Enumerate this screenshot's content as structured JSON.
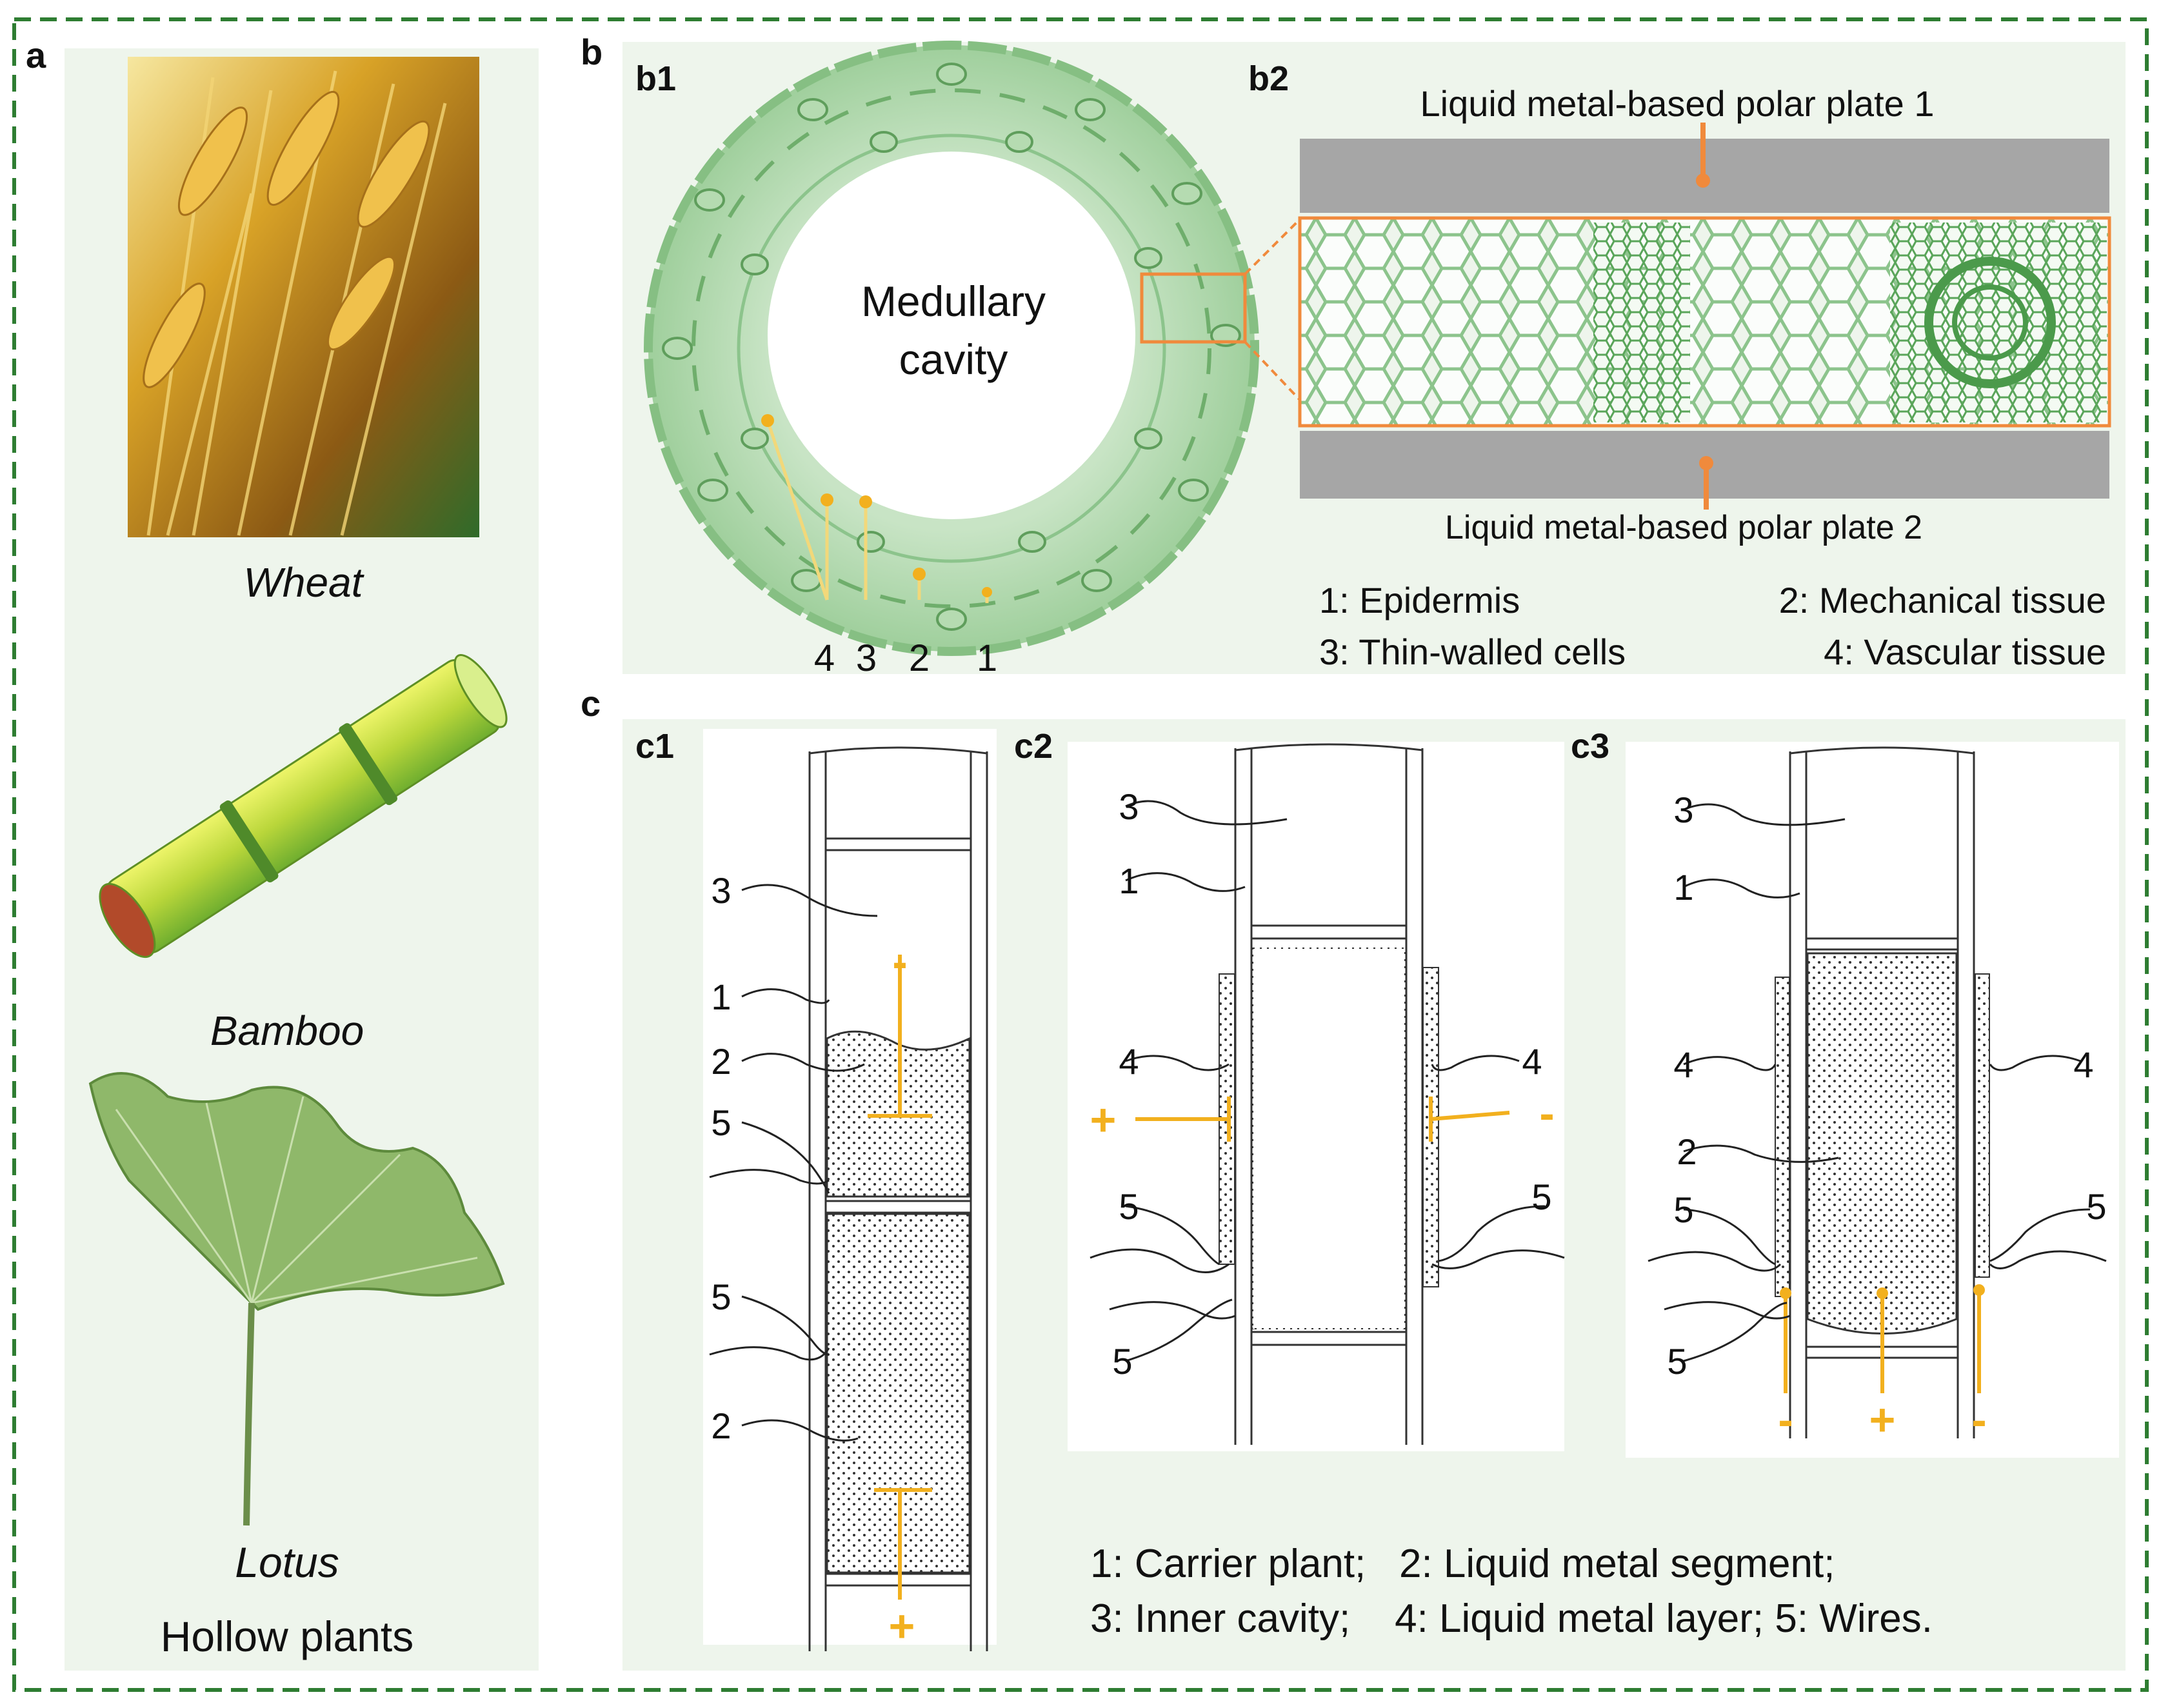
{
  "panels": {
    "a": {
      "letter": "a",
      "plants": [
        "Wheat",
        "Bamboo",
        "Lotus"
      ],
      "caption": "Hollow plants"
    },
    "b": {
      "letter": "b",
      "b1": {
        "label": "b1",
        "cavity_line1": "Medullary",
        "cavity_line2": "cavity",
        "markers": [
          "4",
          "3",
          "2",
          "1"
        ]
      },
      "b2": {
        "label": "b2",
        "plate_top": "Liquid metal-based polar plate 1",
        "plate_bottom": "Liquid metal-based polar plate 2",
        "legend": [
          "1: Epidermis",
          "2: Mechanical tissue",
          "3: Thin-walled cells",
          "4: Vascular tissue"
        ]
      }
    },
    "c": {
      "letter": "c",
      "c1": {
        "label": "c1",
        "callouts": [
          "3",
          "1",
          "2",
          "5",
          "5",
          "2"
        ],
        "polarity": [
          "-",
          "+"
        ]
      },
      "c2": {
        "label": "c2",
        "callouts": [
          "3",
          "1",
          "4",
          "4",
          "5",
          "5",
          "5"
        ],
        "polarity": [
          "+",
          "-"
        ]
      },
      "c3": {
        "label": "c3",
        "callouts": [
          "3",
          "1",
          "4",
          "4",
          "2",
          "5",
          "5",
          "5"
        ],
        "polarity": [
          "-",
          "+",
          "-"
        ]
      },
      "legend_line1": "1: Carrier plant;   2: Liquid metal segment;",
      "legend_line2": "3: Inner cavity;    4: Liquid metal layer; 5: Wires."
    }
  },
  "colors": {
    "frame": "#2e7d32",
    "panel_bg": "#eef5ec",
    "tissue": "#7cb87c",
    "plate": "#a6a6a6",
    "accent_orange": "#f08a3c",
    "accent_yellow": "#f2b01e"
  }
}
